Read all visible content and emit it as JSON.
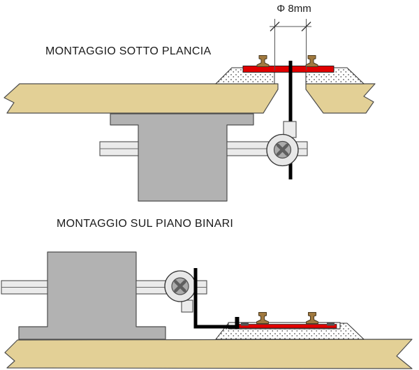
{
  "figure": {
    "dimension_label": "Φ 8mm",
    "diagram1": {
      "title": "MONTAGGIO SOTTO PLANCIA"
    },
    "diagram2": {
      "title": "MONTAGGIO SUL PIANO BINARI"
    }
  },
  "icons": {
    "screw_head": "phillips-cross",
    "break_edge": "zigzag-break-line"
  },
  "colors": {
    "board": "#E3D096",
    "device": "#B2B2B2",
    "arm": "#EBEBEB",
    "disc": "#E8E8E8",
    "screw": "#ABABAB",
    "screw_cross": "#5F5F5F",
    "red_bar": "#E10000",
    "rail": "#A0793F",
    "wire": "#000000",
    "dim_line": "#555555",
    "ballast_dot": "#555555",
    "outline": "#4D4D4D",
    "text": "#1A1A1A",
    "background": "#FFFFFF"
  }
}
